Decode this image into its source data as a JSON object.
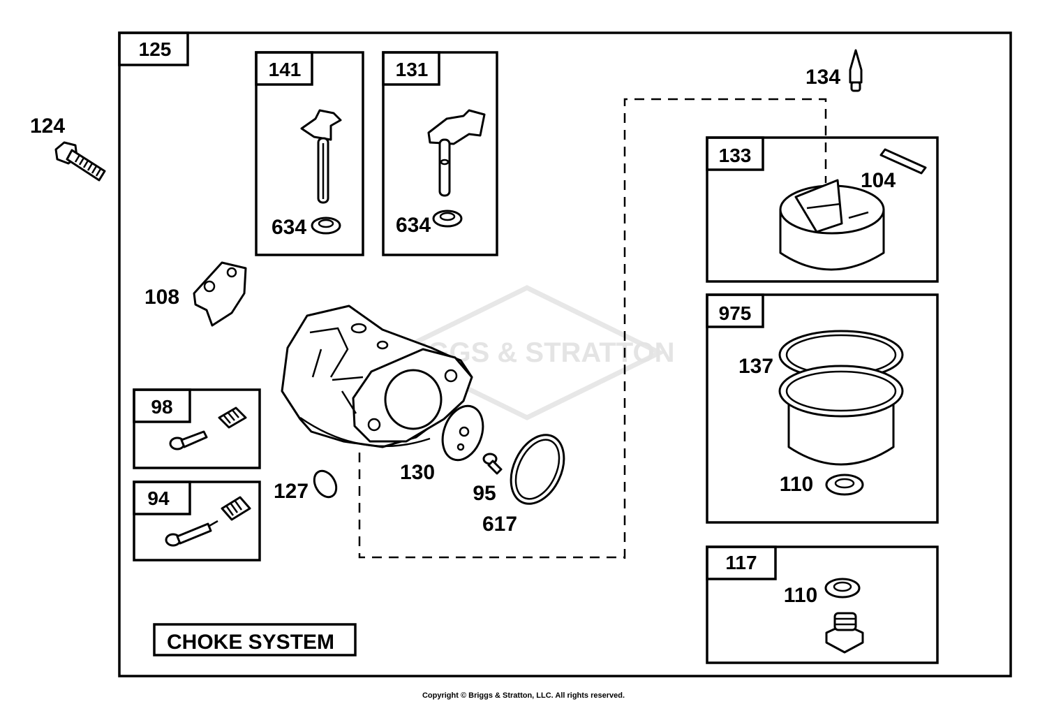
{
  "callouts": {
    "c125": "125",
    "c124": "124",
    "c141": "141",
    "c131": "131",
    "c634a": "634",
    "c634b": "634",
    "c134": "134",
    "c133": "133",
    "c104": "104",
    "c108": "108",
    "c975": "975",
    "c137": "137",
    "c98": "98",
    "c94": "94",
    "c127": "127",
    "c130": "130",
    "c95": "95",
    "c617": "617",
    "c110a": "110",
    "c117": "117",
    "c110b": "110"
  },
  "section_label": "CHOKE SYSTEM",
  "watermark": {
    "brand": "BRIGGS & STRATTON"
  },
  "copyright": "Copyright © Briggs & Stratton, LLC. All rights reserved."
}
